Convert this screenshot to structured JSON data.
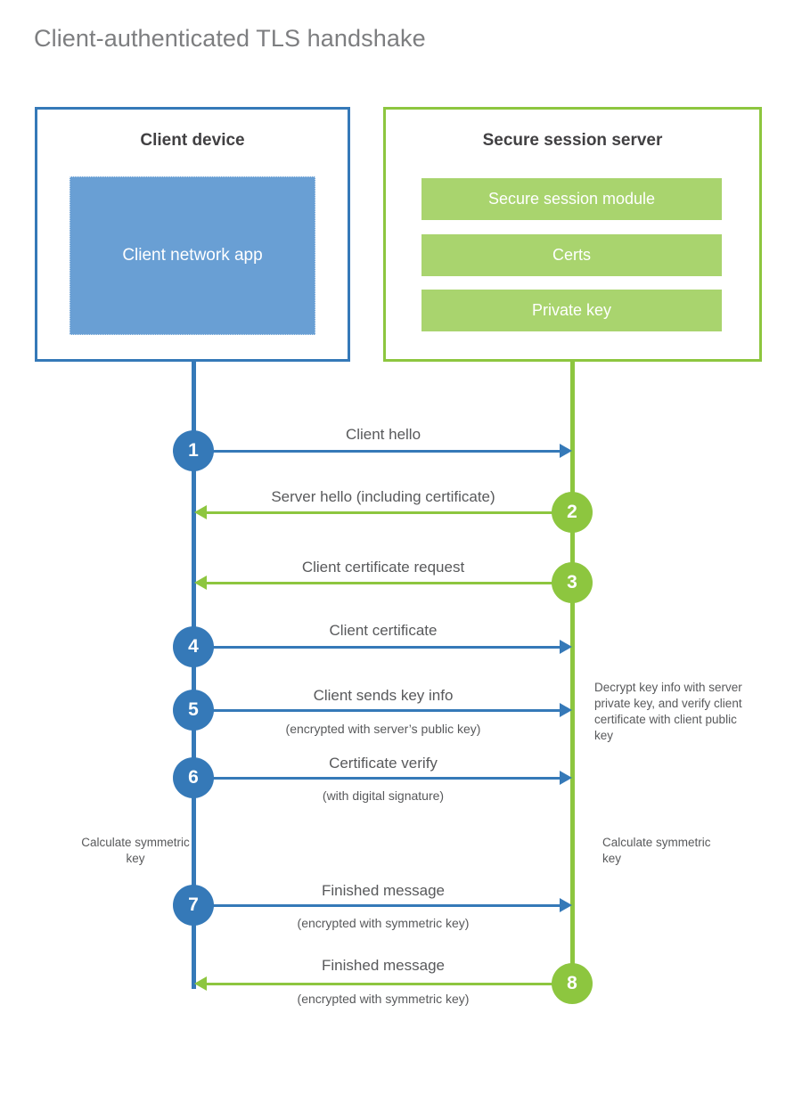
{
  "title": "Client-authenticated TLS handshake",
  "actors": {
    "client": {
      "title": "Client device",
      "inner_label": "Client network app",
      "border_color": "#3579b8",
      "inner_color": "#699fd4"
    },
    "server": {
      "title": "Secure session server",
      "border_color": "#8dc63f",
      "bar_color": "#a9d46e",
      "bars": [
        {
          "label": "Secure session module"
        },
        {
          "label": "Certs"
        },
        {
          "label": "Private key"
        }
      ]
    }
  },
  "steps": [
    {
      "number": "1",
      "label": "Client hello",
      "sublabel": "",
      "direction": "client-to-server",
      "color": "#3579b8"
    },
    {
      "number": "2",
      "label": "Server hello (including certificate)",
      "sublabel": "",
      "direction": "server-to-client",
      "color": "#8dc63f"
    },
    {
      "number": "3",
      "label": "Client certificate request",
      "sublabel": "",
      "direction": "server-to-client",
      "color": "#8dc63f"
    },
    {
      "number": "4",
      "label": "Client certificate",
      "sublabel": "",
      "direction": "client-to-server",
      "color": "#3579b8"
    },
    {
      "number": "5",
      "label": "Client sends key info",
      "sublabel": "(encrypted with server’s public key)",
      "direction": "client-to-server",
      "color": "#3579b8"
    },
    {
      "number": "6",
      "label": "Certificate verify",
      "sublabel": "(with digital signature)",
      "direction": "client-to-server",
      "color": "#3579b8"
    },
    {
      "number": "7",
      "label": "Finished message",
      "sublabel": "(encrypted with symmetric key)",
      "direction": "client-to-server",
      "color": "#3579b8"
    },
    {
      "number": "8",
      "label": "Finished message",
      "sublabel": "(encrypted with symmetric key)",
      "direction": "server-to-client",
      "color": "#8dc63f"
    }
  ],
  "notes": {
    "server_decrypt": "Decrypt key info with server private key, and verify client certificate with client public key",
    "client_calc": "Calculate symmetric key",
    "server_calc": "Calculate symmetric key"
  },
  "colors": {
    "blue": "#3579b8",
    "light_blue": "#699fd4",
    "green": "#8dc63f",
    "light_green": "#a9d46e",
    "text": "#58595b",
    "title_text": "#7d7e80",
    "heading_text": "#414042"
  }
}
